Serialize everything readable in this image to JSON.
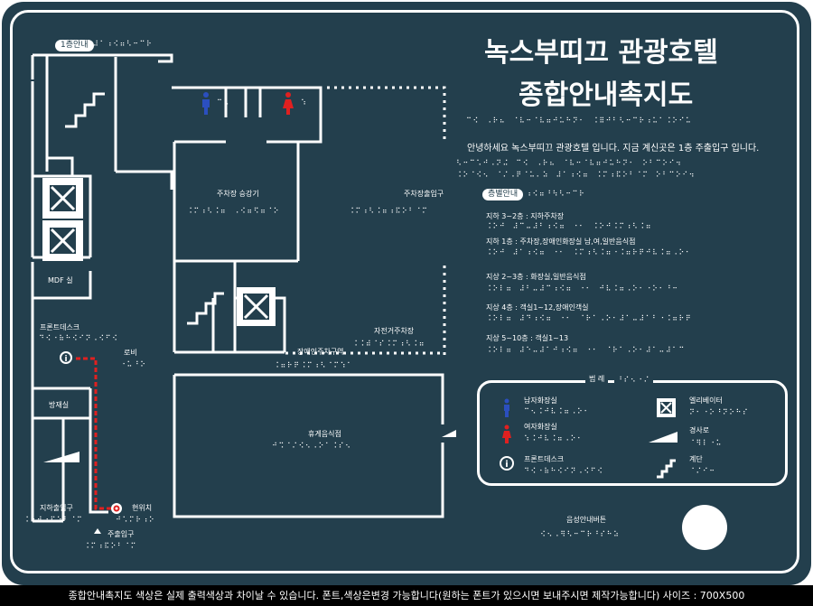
{
  "title": {
    "line1": "녹스부띠끄 관광호텔",
    "line2": "종합안내촉지도",
    "braille": "⠉⠪⠀⠠⠗⠦⠀⠈⠧⠒⠈⠧⠶⠚⠥⠓⠝⠂⠀⠨⠿⠚⠃⠣⠒⠉⠗⠰⠥⠁⠨⠕⠊⠥"
  },
  "intro": {
    "text": "안녕하세요 녹스부띠끄 관광호텔 입니다. 지금 계신곳은 1층 주출입구 입니다.",
    "braille1": "⠣⠒⠉⠡⠚⠠⠝⠬⠀⠉⠪⠀⠠⠗⠦⠀⠈⠧⠒⠈⠧⠶⠚⠥⠓⠝⠂⠀⠕⠃⠉⠕⠊⠲",
    "braille2": "⠨⠕⠈⠪⠢⠀⠈⠌⠠⠟⠈⠥⠄⠵⠀⠼⠁⠰⠪⠶⠀⠨⠍⠰⠯⠕⠃⠈⠍⠀⠕⠃⠉⠕⠊⠲"
  },
  "floor_guide": {
    "label": "층별안내",
    "braille": "⠰⠪⠶⠘⠳⠣⠒⠉⠗",
    "items": [
      {
        "text": "지하 3~2층 : 지하주차장",
        "braille": "⠨⠕⠚⠀⠼⠉⠤⠼⠃⠰⠪⠶⠀⠐⠂⠀⠨⠕⠚⠨⠍⠰⠣⠨⠶"
      },
      {
        "text": "지하 1층 : 주차장,장애인화장실 남,여,일반음식점",
        "braille": "⠨⠕⠚⠀⠼⠁⠰⠪⠶⠀⠐⠂⠀⠨⠍⠰⠣⠨⠶⠐⠨⠶⠗⠟⠚⠧⠨⠶⠠⠕⠂"
      },
      {
        "text": "지상 2~3층 : 화장실,일반음식점",
        "braille": "⠨⠕⠇⠶⠀⠼⠃⠤⠼⠉⠰⠪⠶⠀⠐⠂⠀⠚⠧⠨⠶⠠⠕⠂⠐⠕⠂⠘⠒"
      },
      {
        "text": "지상 4층 : 객실1~12,장애인객실",
        "braille": "⠨⠕⠇⠶⠀⠼⠙⠰⠪⠶⠀⠐⠂⠀⠈⠗⠁⠠⠕⠂⠼⠁⠤⠼⠁⠃⠐⠨⠶⠗⠟"
      },
      {
        "text": "지상 5~10층 : 객실1~13",
        "braille": "⠨⠕⠇⠶⠀⠼⠑⠤⠼⠁⠚⠰⠪⠶⠀⠐⠂⠀⠈⠗⠁⠠⠕⠂⠼⠁⠤⠼⠁⠉"
      }
    ]
  },
  "map": {
    "floor_badge": "1층안내",
    "floor_braille": "⠼⠁⠰⠪⠶⠣⠒⠉⠗",
    "men_braille": "⠉⠢",
    "women_braille": "⠱",
    "parking_elevator": "주차장 승강기",
    "parking_elevator_braille": "⠨⠍⠰⠣⠨⠶⠀⠠⠪⠶⠫⠶⠈⠕",
    "parking_entrance": "주차장출입구",
    "parking_entrance_braille": "⠨⠍⠰⠣⠨⠶⠰⠯⠕⠃⠈⠍",
    "mdf": "MDF 실",
    "front_desk": "프론트데스크",
    "front_desk_braille": "⠙⠪⠐⠷⠓⠪⠊⠝⠠⠪⠋⠪",
    "lobby": "로비",
    "lobby_braille": "⠐⠥⠘⠕",
    "disaster_room": "방재실",
    "accessible_parking": "장애인주차구역",
    "accessible_parking_braille": "⠨⠶⠗⠟⠨⠍⠰⠣⠈⠍⠱⠁",
    "bicycle_parking": "자전거주차장",
    "bicycle_parking_braille": "⠨⠨⠾⠈⠎⠨⠍⠰⠣⠨⠶",
    "rest_area": "휴게음식점",
    "rest_area_braille": "⠚⠩⠈⠌⠪⠢⠠⠕⠁⠨⠎⠢",
    "basement_entrance": "지하출입구",
    "basement_entrance_braille": "⠨⠕⠚⠰⠯⠕⠃⠈⠍",
    "current_location": "현위치",
    "current_location_braille": "⠚⠡⠍⠗⠰⠕",
    "main_entrance": "주출입구",
    "main_entrance_braille": "⠨⠍⠰⠯⠕⠃⠈⠍",
    "voice_button": "음성안내버튼",
    "voice_button_braille": "⠪⠢⠠⠻⠣⠒⠉⠗⠘⠎⠓⠵"
  },
  "legend": {
    "title": "범 례",
    "title_braille": "⠘⠎⠢⠐⠌",
    "men": "남자화장실",
    "men_braille": "⠉⠢⠨⠚⠧⠨⠶⠠⠕⠂",
    "women": "여자화장실",
    "women_braille": "⠱⠨⠚⠧⠨⠶⠠⠕⠂",
    "front_desk": "프론트데스크",
    "front_desk_braille": "⠙⠪⠐⠷⠓⠪⠊⠝⠠⠪⠋⠪",
    "elevator": "엘리베이터",
    "elevator_braille": "⠝⠂⠐⠕⠘⠝⠕⠓⠎",
    "slope": "경사로",
    "slope_braille": "⠈⠻⠇⠐⠥",
    "stairs": "계단",
    "stairs_braille": "⠈⠌⠊⠒"
  },
  "footer": "종합안내촉지도 색상은 실제 출력색상과 차이날 수 있습니다. 폰트,색상은변경 가능합니다(원하는 폰트가 있으시면 보내주시면 제작가능합니다) 사이즈 : 700X500",
  "colors": {
    "background": "#233f4d",
    "route": "#e02020",
    "men_icon": "#2b4fbf",
    "women_icon": "#e02020"
  }
}
